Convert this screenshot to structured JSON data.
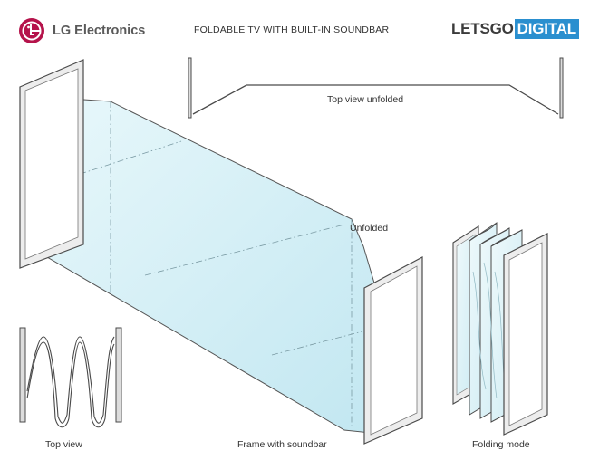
{
  "header": {
    "brand_left": "LG Electronics",
    "title": "FOLDABLE TV WITH BUILT-IN SOUNDBAR",
    "brand_right_part1": "LETSGO",
    "brand_right_part2": "DIGITAL"
  },
  "labels": {
    "top_view_unfolded": "Top view unfolded",
    "unfolded": "Unfolded",
    "top_view": "Top view",
    "frame_with_soundbar": "Frame with soundbar",
    "folding_mode": "Folding mode"
  },
  "colors": {
    "lg_logo": "#b5134b",
    "letsgo_digital_accent": "#2a8fcf",
    "screen_light": "#e8f7fb",
    "screen_dark": "#bfe6f0",
    "outline": "#555555",
    "frame_fill": "#f0f0f0"
  },
  "icons": [
    "lg-logo-icon"
  ]
}
